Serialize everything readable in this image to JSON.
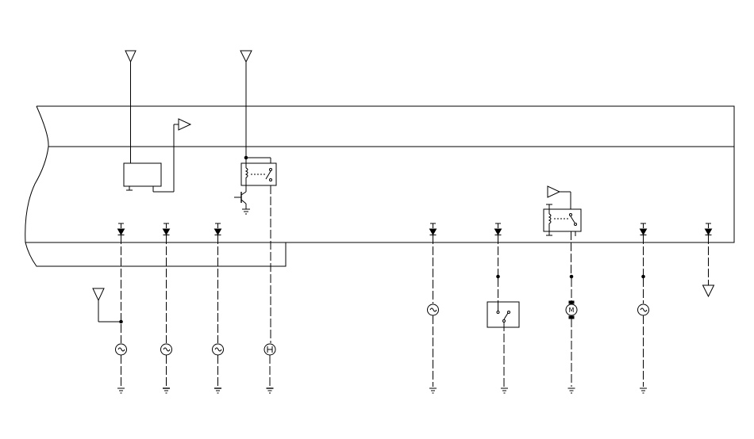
{
  "diagram": {
    "type": "wiring-schematic",
    "colors": {
      "line": "#000000",
      "background": "#ffffff"
    },
    "components": {
      "power_feeds": 3,
      "output_arrows": 2,
      "control_module": 1,
      "relays": 2,
      "transistor": 1,
      "diodes": 7,
      "lamps": 7,
      "switch": 1,
      "motor": 1,
      "grounds": 9
    }
  }
}
